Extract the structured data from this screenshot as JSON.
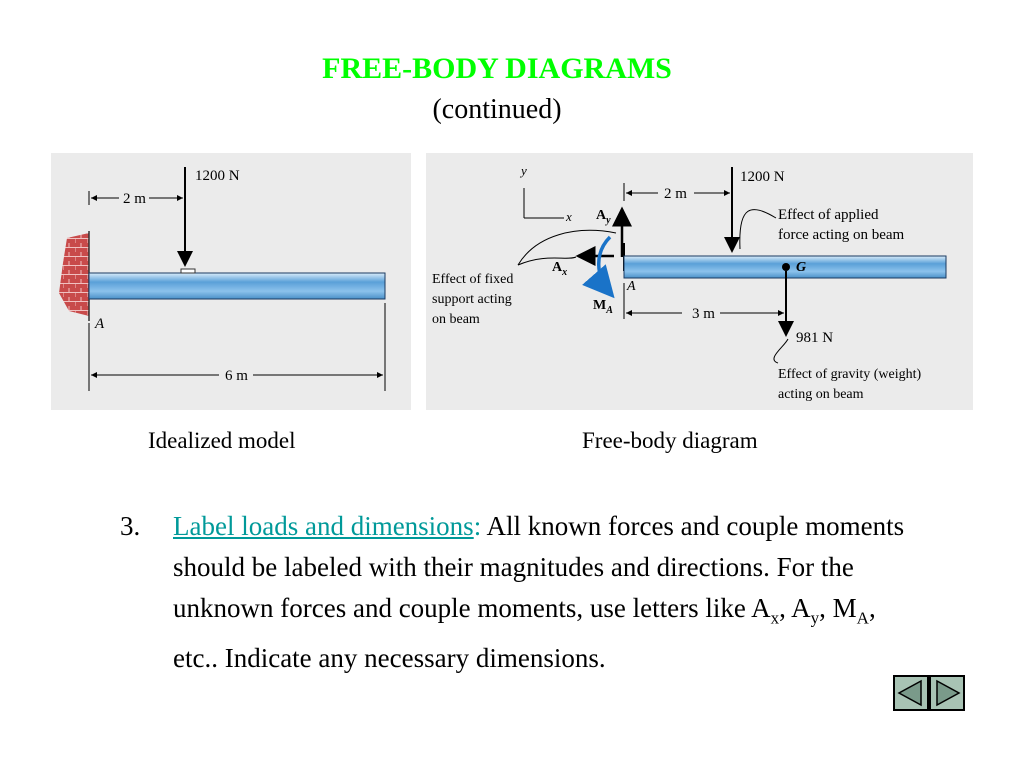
{
  "header": {
    "title": "FREE-BODY DIAGRAMS",
    "subtitle": "(continued)"
  },
  "left_figure": {
    "force": "1200 N",
    "dim_top": "2 m",
    "dim_bottom": "6 m",
    "point_a": "A",
    "caption": "Idealized model"
  },
  "right_figure": {
    "axis_y": "y",
    "axis_x": "x",
    "force_applied": "1200 N",
    "dim_top": "2 m",
    "note_applied_1": "Effect of applied",
    "note_applied_2": "force acting on beam",
    "point_g": "G",
    "point_a": "A",
    "ay_base": "A",
    "ay_sub": "y",
    "ax_base": "A",
    "ax_sub": "x",
    "ma_base": "M",
    "ma_sub": "A",
    "note_support_1": "Effect of fixed",
    "note_support_2": "support acting",
    "note_support_3": "on beam",
    "dim_mid": "3 m",
    "weight": "981 N",
    "note_gravity_1": "Effect of gravity (weight)",
    "note_gravity_2": "acting on beam",
    "caption": "Free-body diagram"
  },
  "bullet": {
    "number": "3.",
    "highlight": "Label loads and dimensions",
    "colon": ":",
    "text1": " All known forces and couple moments should be labeled with their magnitudes and directions.  For the unknown forces and couple moments, use letters like A",
    "sub_x": "x",
    "sep1": ", A",
    "sub_y": "y",
    "sep2": ", M",
    "sub_a": "A",
    "text2": ", etc.. Indicate any necessary dimensions."
  },
  "colors": {
    "title": "#00ff00",
    "highlight": "#009999",
    "beam": "#5aa0d8",
    "arrow_blue": "#1a73c8",
    "panel_bg": "#ebebeb",
    "nav_button": "#a8c3b4"
  },
  "navigation": {
    "prev_icon": "triangle-left-icon",
    "next_icon": "triangle-right-icon"
  }
}
